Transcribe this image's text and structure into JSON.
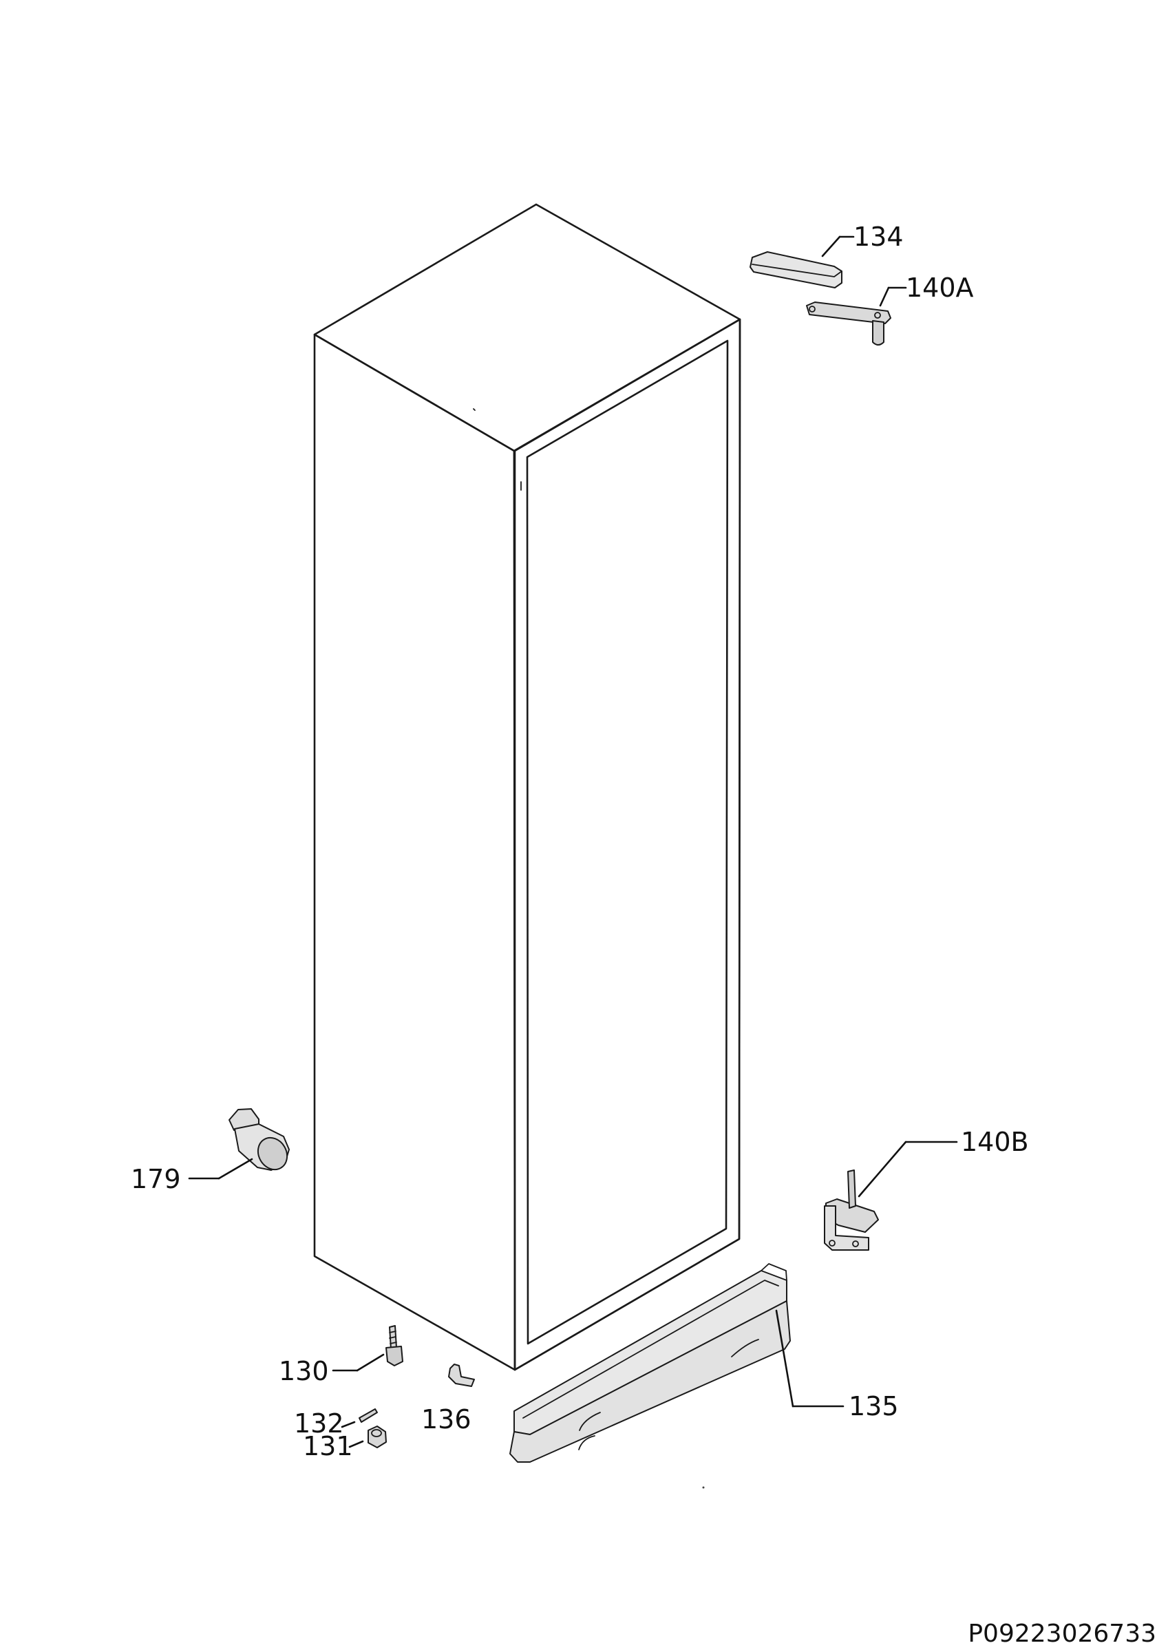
{
  "parts": {
    "p134": "134",
    "p140a": "140A",
    "p140b": "140B",
    "p179": "179",
    "p130": "130",
    "p132": "132",
    "p131": "131",
    "p136": "136",
    "p135": "135"
  },
  "document_id": "P09223026733",
  "colors": {
    "line": "#1a1a1a",
    "part_fill": "#e4e4e4",
    "background": "#ffffff"
  }
}
